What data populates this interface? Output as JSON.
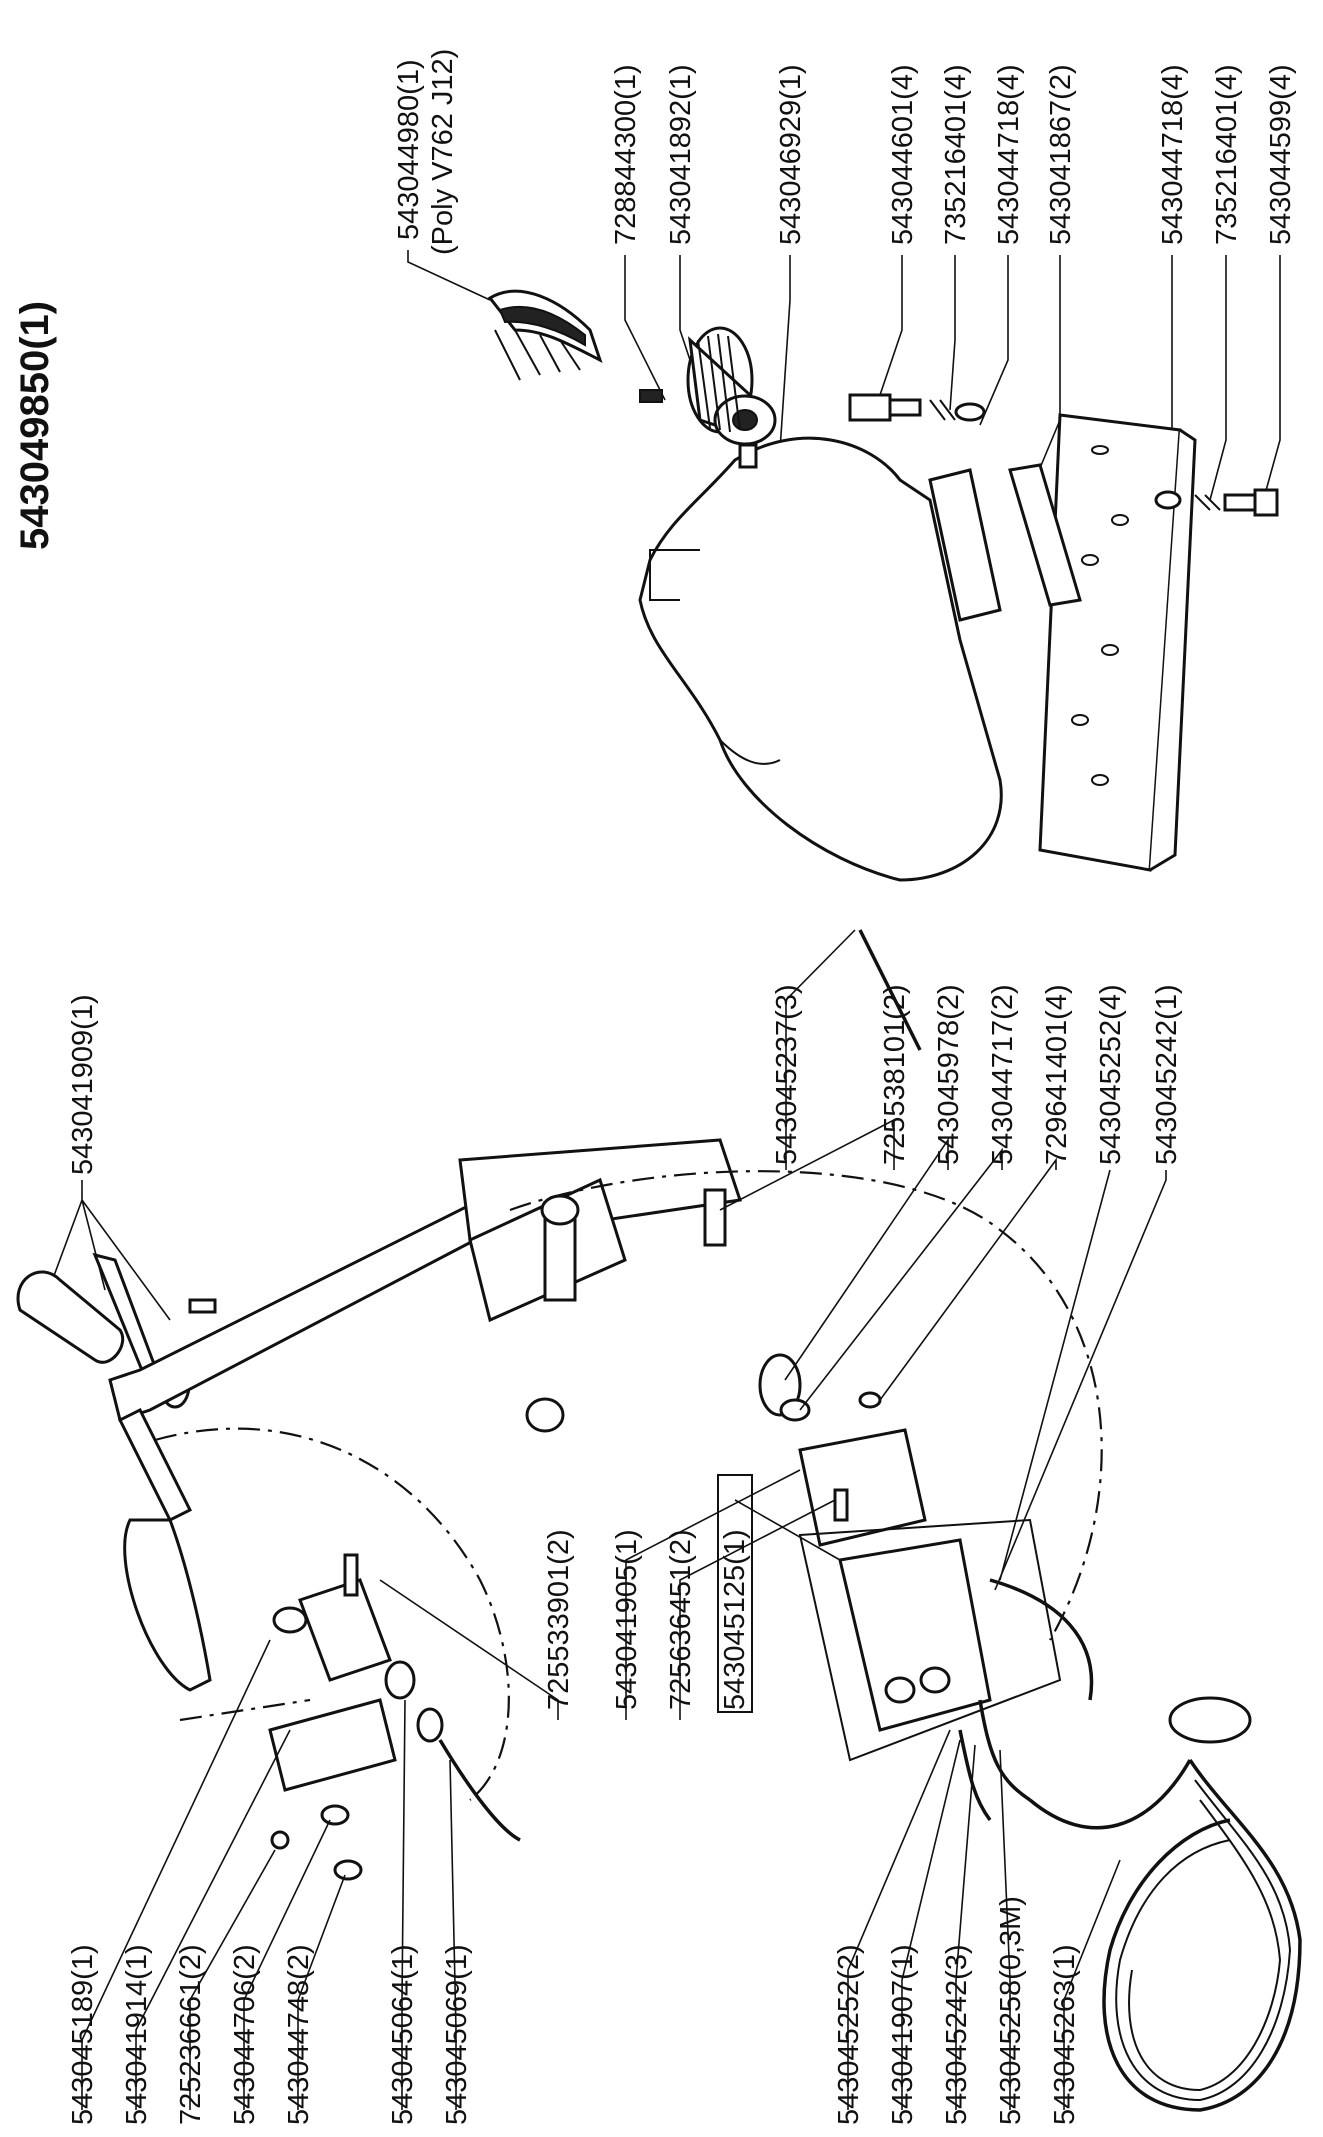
{
  "title": "543049850(1)",
  "labels_top": [
    {
      "part": "543044980(1)",
      "note": "(Poly V762 J12)"
    },
    {
      "part": "728844300(1)"
    },
    {
      "part": "543041892(1)"
    },
    {
      "part": "543046929(1)"
    },
    {
      "part": "543044601(4)"
    },
    {
      "part": "735216401(4)"
    },
    {
      "part": "543044718(4)"
    },
    {
      "part": "543041867(2)"
    },
    {
      "part": "543044718(4)"
    },
    {
      "part": "735216401(4)"
    },
    {
      "part": "543044599(4)"
    }
  ],
  "labels_mid": [
    {
      "part": "543041909(1)"
    },
    {
      "part": "543045237(3)"
    },
    {
      "part": "725538101(2)"
    },
    {
      "part": "543045978(2)"
    },
    {
      "part": "543044717(2)"
    },
    {
      "part": "729641401(4)"
    },
    {
      "part": "543045252(4)"
    },
    {
      "part": "543045242(1)"
    },
    {
      "part": "725533901(2)"
    },
    {
      "part": "543041905(1)"
    },
    {
      "part": "725636451(2)"
    },
    {
      "part": "543045125(1)"
    }
  ],
  "labels_bottom": [
    {
      "part": "543045189(1)"
    },
    {
      "part": "543041914(1)"
    },
    {
      "part": "725236661(2)"
    },
    {
      "part": "543044706(2)"
    },
    {
      "part": "543044748(2)"
    },
    {
      "part": "543045064(1)"
    },
    {
      "part": "543045069(1)"
    },
    {
      "part": "543045252(2)"
    },
    {
      "part": "543041907(1)"
    },
    {
      "part": "543045242(3)"
    },
    {
      "part": "543045258(0,3M)"
    },
    {
      "part": "543045263(1)"
    }
  ]
}
